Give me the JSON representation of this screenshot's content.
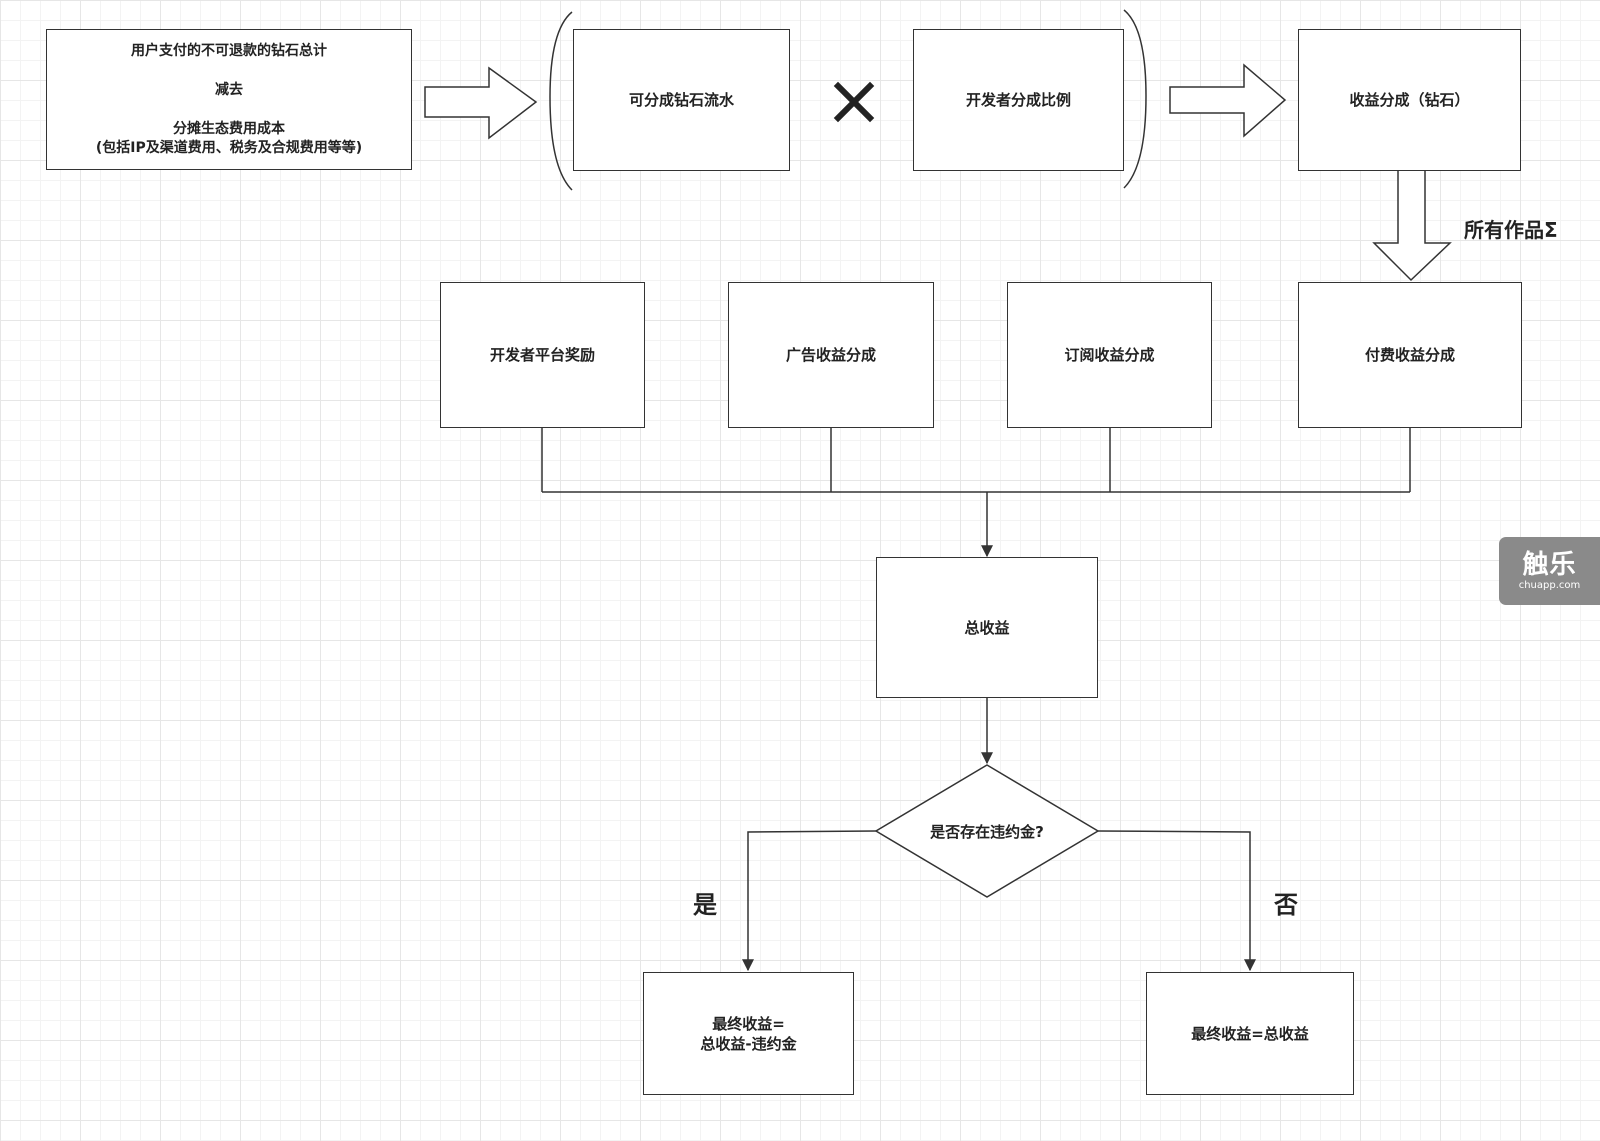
{
  "nodes": {
    "source": {
      "line1": "用户支付的不可退款的钻石总计",
      "line2": "减去",
      "line3": "分摊生态费用成本",
      "line4": "(包括IP及渠道费用、税务及合规费用等等)"
    },
    "shareable_flow": "可分成钻石流水",
    "multiply_symbol": "✕",
    "developer_ratio": "开发者分成比例",
    "revenue_share_diamond": "收益分成（钻石）",
    "all_works_sum": "所有作品Σ",
    "platform_reward": "开发者平台奖励",
    "ad_revenue_share": "广告收益分成",
    "subscription_revenue_share": "订阅收益分成",
    "paid_revenue_share": "付费收益分成",
    "total_revenue": "总收益",
    "penalty_question": "是否存在违约金?",
    "yes_label": "是",
    "no_label": "否",
    "final_with_penalty": {
      "line1": "最终收益=",
      "line2": "总收益-违约金"
    },
    "final_no_penalty": "最终收益=总收益"
  },
  "watermark": {
    "brand": "触乐",
    "site": "chuapp.com"
  },
  "colors": {
    "stroke": "#333333",
    "grid": "#e6e6e6",
    "watermark_bg": "#8a8a8a"
  }
}
